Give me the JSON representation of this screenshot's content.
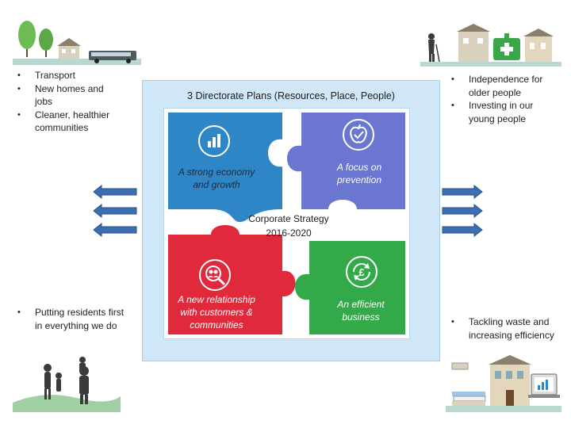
{
  "top_left": {
    "items": [
      "Transport",
      "New homes and jobs",
      "Cleaner, healthier communities"
    ]
  },
  "bottom_left": {
    "items": [
      "Putting residents first in everything we do"
    ]
  },
  "top_right": {
    "items": [
      "Independence for older people",
      "Investing in our young people"
    ]
  },
  "bottom_right": {
    "items": [
      "Tackling waste and increasing efficiency"
    ]
  },
  "panel": {
    "title": "3 Directorate Plans (Resources, Place, People)",
    "center_line1": "Corporate Strategy",
    "center_line2": "2016-2020"
  },
  "pieces": {
    "economy": "A strong economy and growth",
    "prevention": "A focus on prevention",
    "relationship": "A new relationship with customers & communities",
    "efficient": "An efficient business"
  },
  "icons": {
    "economy": "bar-chart-icon",
    "prevention": "apple-check-icon",
    "relationship": "people-search-icon",
    "efficient": "pound-cycle-icon"
  },
  "colors": {
    "economy": "#2f86c6",
    "prevention": "#6a76cf",
    "relationship": "#e02a3c",
    "efficient": "#33a94a",
    "arrow": "#3b6fb1",
    "frame": "#cfe7f7"
  }
}
